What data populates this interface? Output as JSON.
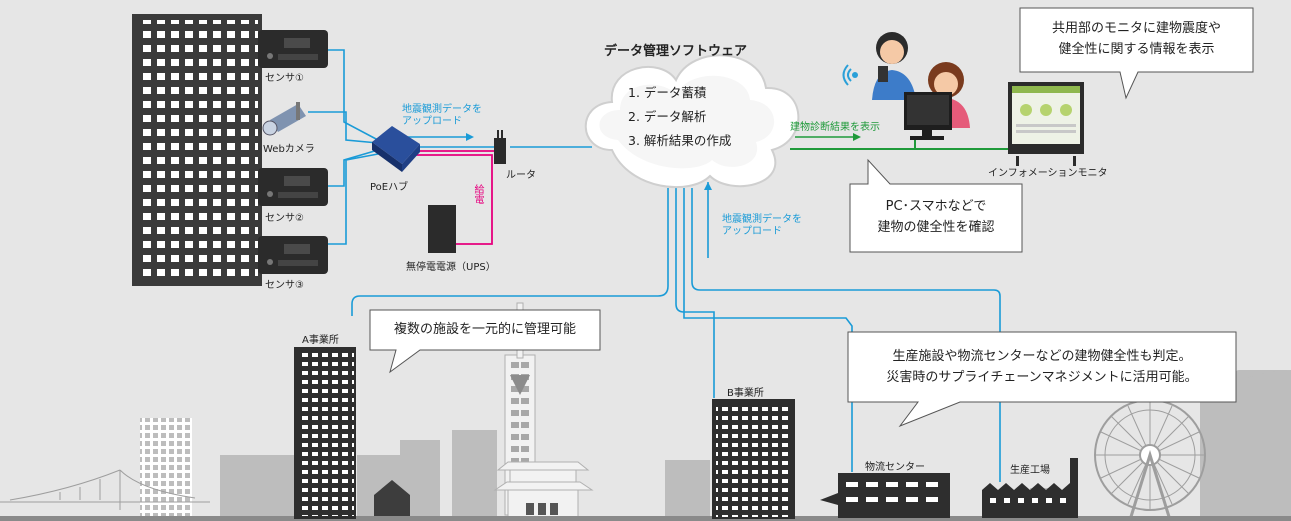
{
  "sensors": [
    "センサ①",
    "センサ②",
    "センサ③"
  ],
  "webcam_label": "Webカメラ",
  "poe_hub_label": "PoEハブ",
  "router_label": "ルータ",
  "ups_label": "無停電電源（UPS）",
  "power_label": "給電",
  "upload_label_1": [
    "地震観測データを",
    "アップロード"
  ],
  "upload_label_2": [
    "地震観測データを",
    "アップロード"
  ],
  "cloud": {
    "title": "データ管理ソフトウェア",
    "items": [
      "1. データ蓄積",
      "2. データ解析",
      "3. 解析結果の作成"
    ]
  },
  "display_label": "建物診断結果を表示",
  "info_monitor_label": "インフォメーションモニタ",
  "callouts": {
    "monitor": [
      "共用部のモニタに建物震度や",
      "健全性に関する情報を表示"
    ],
    "pc": [
      "PC･スマホなどで",
      "建物の健全性を確認"
    ],
    "multi": [
      "複数の施設を一元的に管理可能"
    ],
    "factory": [
      "生産施設や物流センターなどの建物健全性も判定。",
      "災害時のサプライチェーンマネジメントに活用可能。"
    ]
  },
  "sites": {
    "a_office": "A事業所",
    "b_office": "B事業所",
    "logistics": "物流センター",
    "factory": "生産工場"
  },
  "colors": {
    "network_blue": "#1a9bd7",
    "power_magenta": "#e6007e",
    "display_green": "#1f9a3a",
    "building_dark": "#3a3a3a",
    "skyline_gray": "#bdbdbd"
  }
}
